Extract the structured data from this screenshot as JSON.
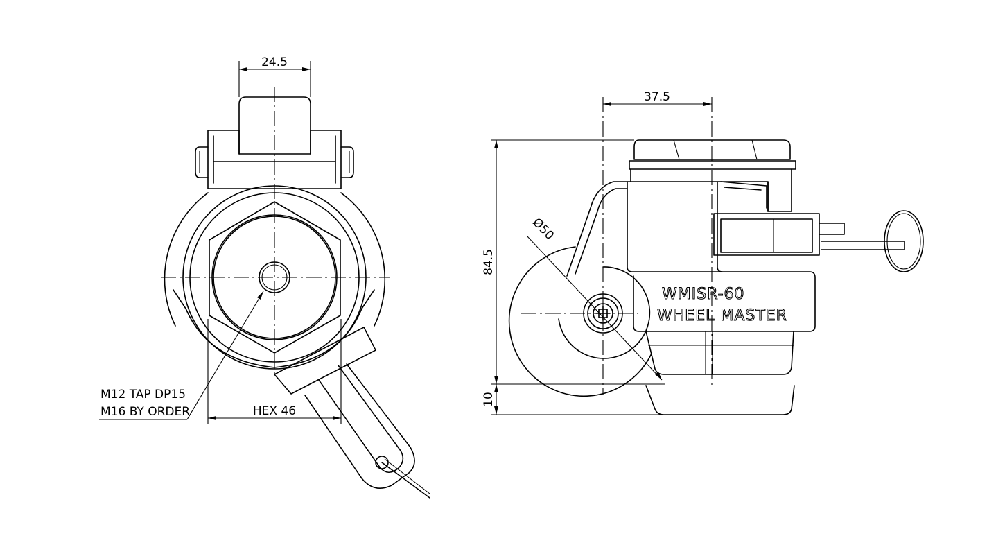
{
  "front_view": {
    "dim_top_width": "24.5",
    "dim_hex": "HEX 46",
    "note_line1": "M12 TAP DP15",
    "note_line2": "M16 BY ORDER"
  },
  "side_view": {
    "dim_offset": "37.5",
    "dim_height": "84.5",
    "dim_lift": "10",
    "dim_wheel_dia": "Ø50",
    "brand_model": "WMISR-60",
    "brand_name": "WHEEL MASTER"
  },
  "colors": {
    "line": "#000000",
    "background": "#ffffff"
  }
}
